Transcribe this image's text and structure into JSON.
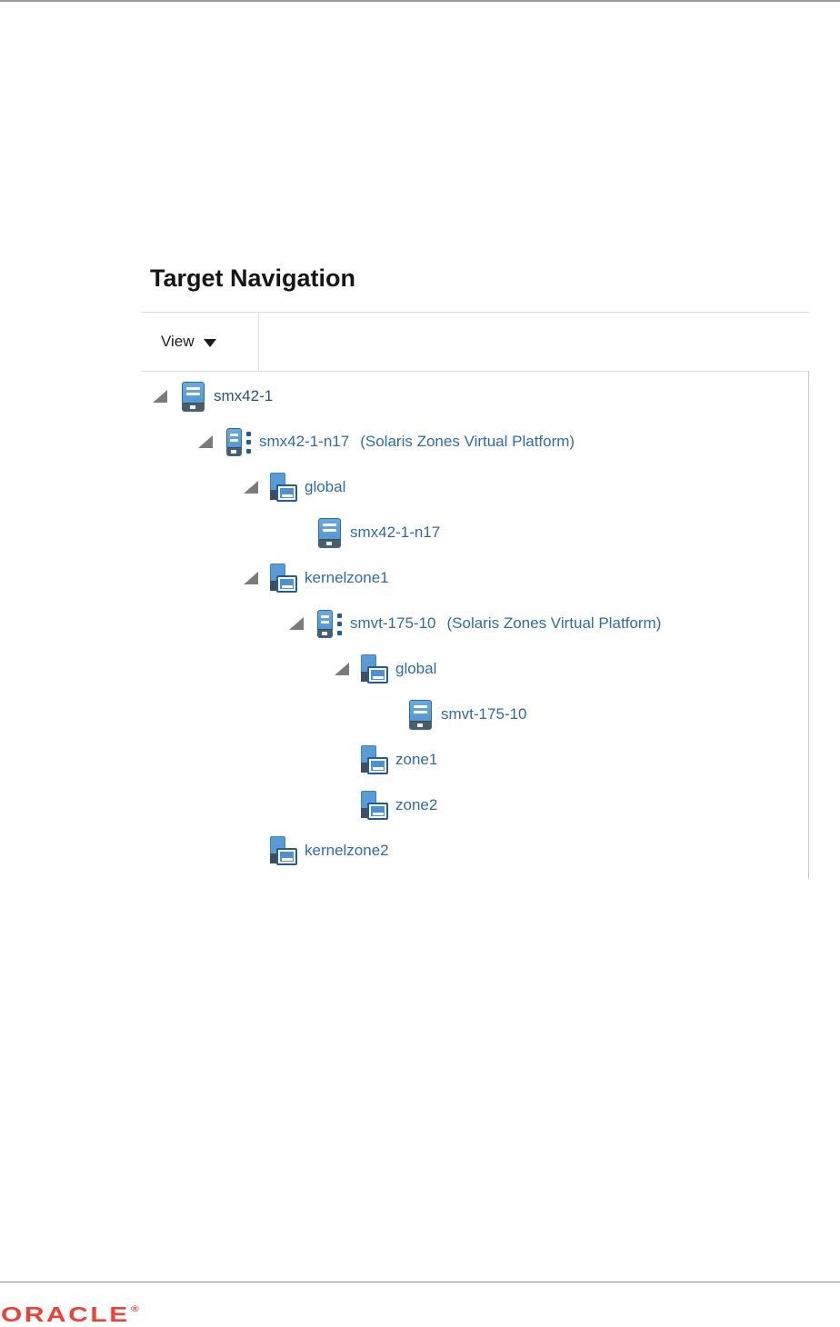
{
  "page": {
    "title": "Target Navigation"
  },
  "toolbar": {
    "view_label": "View",
    "view_caret_icon": "chevron-down-icon"
  },
  "tree": {
    "nodes": [
      {
        "label": "smx42-1",
        "icon": "host",
        "level": 0,
        "expanded": true
      },
      {
        "label": "smx42-1-n17",
        "suffix": "(Solaris Zones Virtual Platform)",
        "icon": "virtual-platform",
        "level": 1,
        "expanded": true
      },
      {
        "label": "global",
        "icon": "zone",
        "level": 2,
        "expanded": true
      },
      {
        "label": "smx42-1-n17",
        "icon": "host",
        "level": 3,
        "expanded": false
      },
      {
        "label": "kernelzone1",
        "icon": "zone",
        "level": 2,
        "expanded": true
      },
      {
        "label": "smvt-175-10",
        "suffix": "(Solaris Zones Virtual Platform)",
        "icon": "virtual-platform",
        "level": 3,
        "expanded": true
      },
      {
        "label": "global",
        "icon": "zone",
        "level": 4,
        "expanded": true
      },
      {
        "label": "smvt-175-10",
        "icon": "host",
        "level": 5,
        "expanded": false
      },
      {
        "label": "zone1",
        "icon": "zone",
        "level": 4,
        "expanded": false
      },
      {
        "label": "zone2",
        "icon": "zone",
        "level": 4,
        "expanded": false
      },
      {
        "label": "kernelzone2",
        "icon": "zone",
        "level": 2,
        "expanded": false
      }
    ]
  },
  "footer": {
    "logo": "ORACLE",
    "logo_mark": "®"
  },
  "colors": {
    "link_blue": "#2d6ca9",
    "root_link_blue": "#2b5277",
    "icon_blue": "#4f9ad9",
    "icon_border_blue": "#2d6aa0",
    "icon_slate": "#4e5c68",
    "disclosure_gray": "#7b7b7b",
    "toolbar_border": "#d8dde3",
    "panel_border": "#c9c9c9",
    "logo_red": "#ee4037"
  }
}
